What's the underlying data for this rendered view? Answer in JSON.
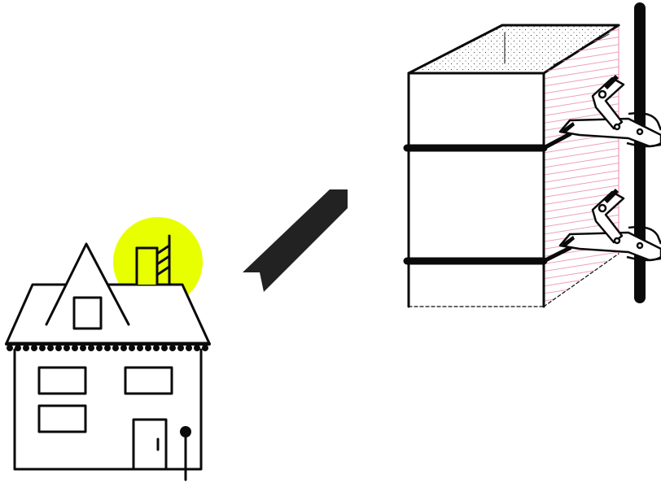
{
  "illustration": {
    "subjects": [
      "house-icon",
      "chimney-highlight",
      "arrow-icon",
      "chimney-jacket-with-strap-brackets",
      "mounting-pole"
    ],
    "colors": {
      "ink": "#0a0a0a",
      "highlight": "#e8ff00",
      "hatch": "#e98aa5",
      "background": "#ffffff"
    }
  }
}
